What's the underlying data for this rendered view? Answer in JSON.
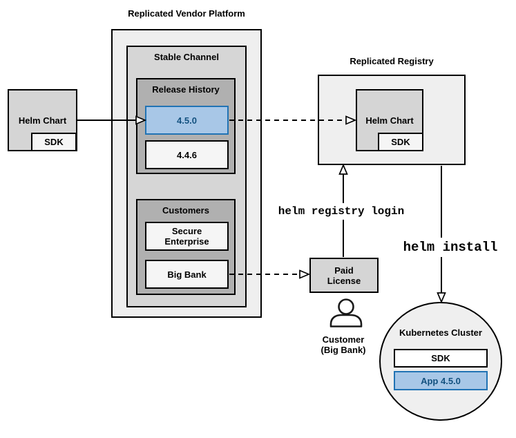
{
  "platform": {
    "title": "Replicated Vendor Platform",
    "stable_channel": "Stable Channel",
    "release_history": {
      "label": "Release History",
      "versions": [
        {
          "label": "4.5.0",
          "highlighted": true
        },
        {
          "label": "4.4.6",
          "highlighted": false
        }
      ]
    },
    "customers": {
      "label": "Customers",
      "items": [
        "Secure Enterprise",
        "Big Bank"
      ]
    }
  },
  "source_helm_chart": {
    "label": "Helm Chart",
    "sdk": "SDK"
  },
  "registry": {
    "title": "Replicated Registry",
    "helm_chart": {
      "label": "Helm Chart",
      "sdk": "SDK"
    }
  },
  "paid_license": {
    "label": "Paid License"
  },
  "customer": {
    "line1": "Customer",
    "line2": "(Big Bank)"
  },
  "cluster": {
    "title": "Kubernetes Cluster",
    "sdk": "SDK",
    "app": "App 4.5.0"
  },
  "commands": {
    "registry_login": "helm registry login",
    "install": "helm install"
  },
  "colors": {
    "highlight_fill": "#A8C7E7",
    "highlight_border": "#2173B4",
    "highlight_text": "#13517F",
    "container_fill": "#EFEFEF",
    "channel_fill": "#D6D6D6",
    "group_fill": "#B0B0B0",
    "node_fill": "#D5D5D5",
    "item_fill": "#F5F5F5",
    "line": "#000000"
  }
}
